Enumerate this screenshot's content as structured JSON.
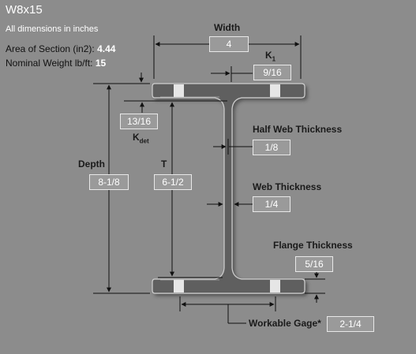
{
  "header": {
    "title": "W8x15",
    "subtitle": "All dimensions in inches",
    "area_label": "Area of Section (in2):",
    "area_value": "4.44",
    "weight_label": "Nominal Weight lb/ft:",
    "weight_value": "15"
  },
  "dimensions": {
    "width": {
      "label": "Width",
      "value": "4"
    },
    "k1": {
      "label": "K",
      "sub": "1",
      "value": "9/16"
    },
    "kdet": {
      "label": "K",
      "sub": "det",
      "value": "13/16"
    },
    "half_web": {
      "label": "Half Web Thickness",
      "value": "1/8"
    },
    "depth": {
      "label": "Depth",
      "value": "8-1/8"
    },
    "t": {
      "label": "T",
      "value": "6-1/2"
    },
    "web": {
      "label": "Web Thickness",
      "value": "1/4"
    },
    "flange": {
      "label": "Flange Thickness",
      "value": "5/16"
    },
    "gage": {
      "label": "Workable Gage*",
      "value": "2-1/4"
    }
  },
  "colors": {
    "background": "#8c8c8c",
    "beam": "#5f5f5f",
    "beam_edge": "#cfcfcf",
    "line": "#111111"
  }
}
